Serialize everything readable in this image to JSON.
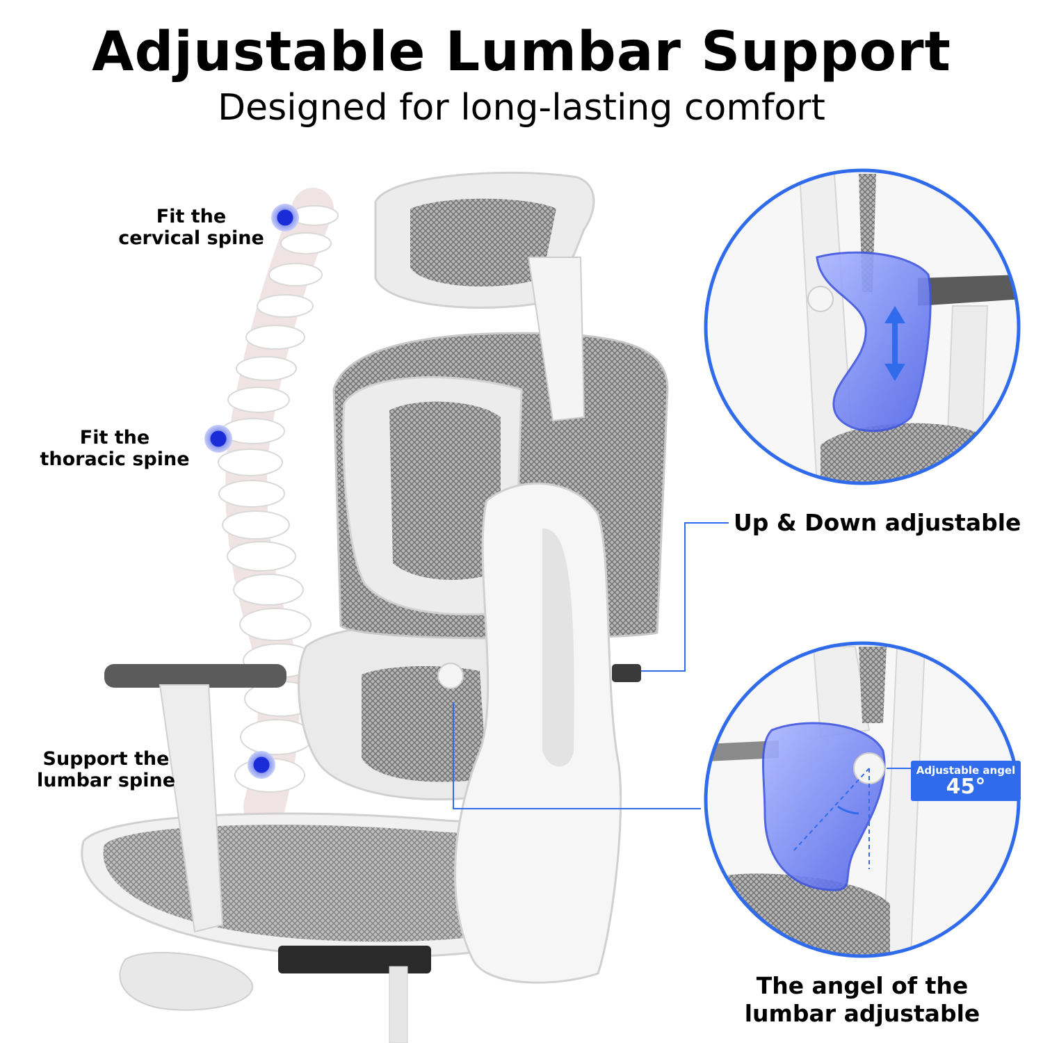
{
  "header": {
    "title": "Adjustable Lumbar Support",
    "subtitle": "Designed for long-lasting comfort"
  },
  "callouts": {
    "cervical": "Fit the\ncervical spine",
    "thoracic": "Fit the\nthoracic spine",
    "lumbar": "Support the\nlumbar spine",
    "up_down": "Up & Down adjustable",
    "angle": "The angel of the\nlumbar adjustable"
  },
  "badge": {
    "label": "Adjustable angel",
    "value": "45°"
  },
  "colors": {
    "accent": "#2f6bea",
    "marker": "#1a2bd8",
    "frame": "#e9e9e9",
    "mesh": "#8a8a8a"
  }
}
